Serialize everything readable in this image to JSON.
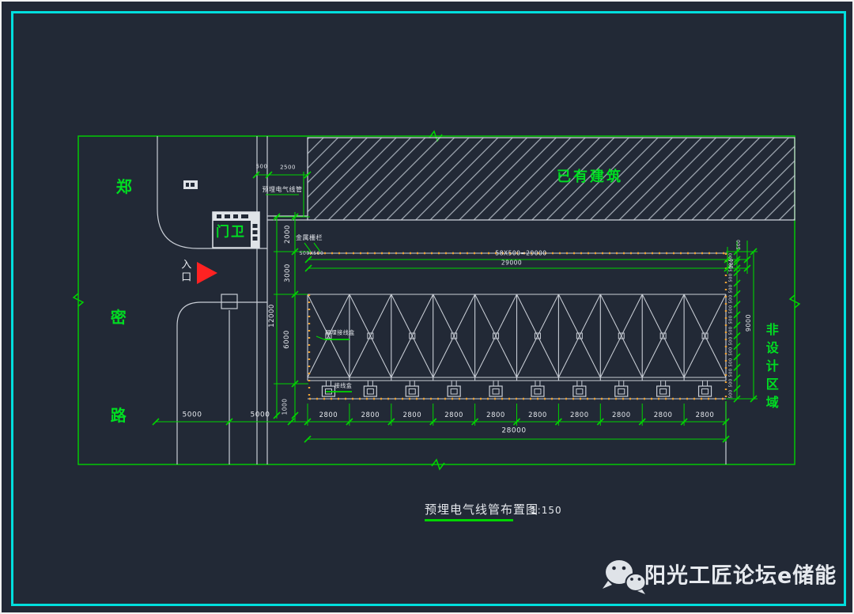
{
  "window": {
    "bg": "#222936",
    "frame_color": "#00dede",
    "outer_border": "#f2f2f2"
  },
  "palette": {
    "cad_green": "#00d400",
    "line_gray": "#c9ced6",
    "hatch_gray": "#a8b0ba",
    "text_white": "#e4e7ec",
    "conduit_orange": "#eda133",
    "entrance_red": "#ff2222"
  },
  "site": {
    "road_name_chars": [
      "郑",
      "密",
      "路"
    ],
    "entrance_chars": [
      "入",
      "口"
    ],
    "existing_building_label": "已有建筑",
    "guard_house_label": "门卫",
    "non_design_chars": [
      "非",
      "设",
      "计",
      "区",
      "域"
    ],
    "metal_fence_label": "金属栅栏",
    "fence_spec": "500X500",
    "conduit_label": "预埋电气线管",
    "embedded_box_label": "预埋接线盒",
    "junction_box_label": "接线盒"
  },
  "dims": {
    "top": {
      "d500": "500",
      "d2500": "2500"
    },
    "left": {
      "d2000": "2000",
      "d3000": "3000",
      "d6000": "6000",
      "d1000": "1000",
      "total": "12000"
    },
    "fence": {
      "formula": "58X500=29000",
      "total": "29000",
      "d500": "500",
      "d300": "300"
    },
    "right": {
      "seg_label": "500",
      "seg_count": 14,
      "total": "9000"
    },
    "bottom": {
      "d5000a": "5000",
      "d5000b": "5000",
      "bays": [
        "2800",
        "2800",
        "2800",
        "2800",
        "2800",
        "2800",
        "2800",
        "2800",
        "2800",
        "2800"
      ],
      "total": "28000"
    }
  },
  "structure": {
    "bay_count": 10
  },
  "title": {
    "text": "预埋电气线管布置图",
    "scale": "1:150"
  },
  "watermark": {
    "text": "阳光工匠论坛e储能",
    "icon": "wechat-icon"
  }
}
